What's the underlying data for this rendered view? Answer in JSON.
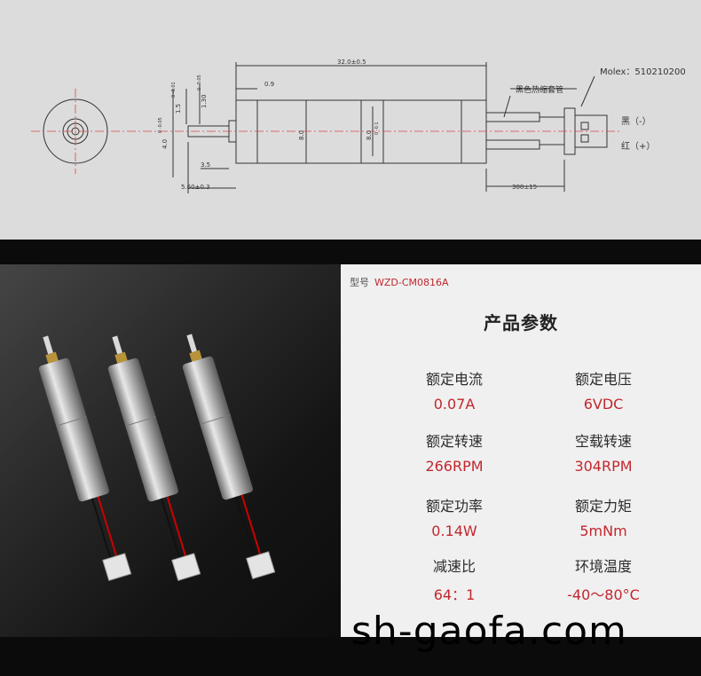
{
  "drawing": {
    "dim_total": "32.0±0.5",
    "dim_step": "0.9",
    "dim_shaft_dia": "1.5",
    "dim_shaft_tol": "0 -0.01",
    "dim_flat": "1.30",
    "dim_flat_tol": "0 -0.05",
    "dim_boss_dia": "4.0",
    "dim_boss_tol": "0 -0.05",
    "dim_body_dia": "8.0",
    "dim_body_dia2": "8.0",
    "dim_body_tol": "0 -0.1",
    "dim_boss_len": "3.5",
    "dim_shaft_len": "5.60±0.3",
    "dim_lead": "300±15",
    "connector": "Molex：510210200",
    "sleeve": "黑色热缩套管",
    "black_wire": "黑（-）",
    "red_wire": "红（+）"
  },
  "specs": {
    "model_label": "型号",
    "model_value": "WZD-CM0816A",
    "title": "产品参数",
    "items": [
      {
        "label": "额定电流",
        "value": "0.07A"
      },
      {
        "label": "额定电压",
        "value": "6VDC"
      },
      {
        "label": "额定转速",
        "value": "266RPM"
      },
      {
        "label": "空载转速",
        "value": "304RPM"
      },
      {
        "label": "额定功率",
        "value": "0.14W"
      },
      {
        "label": "额定力矩",
        "value": "5mNm"
      },
      {
        "label": "减速比",
        "value": "64：1"
      },
      {
        "label": "环境温度",
        "value": "-40～80°C"
      }
    ]
  },
  "watermark": "sh-gaofa.com",
  "colors": {
    "accent_red": "#c3262e",
    "drawing_bg": "#dcdcdc",
    "panel_bg": "#f0f0f0"
  }
}
